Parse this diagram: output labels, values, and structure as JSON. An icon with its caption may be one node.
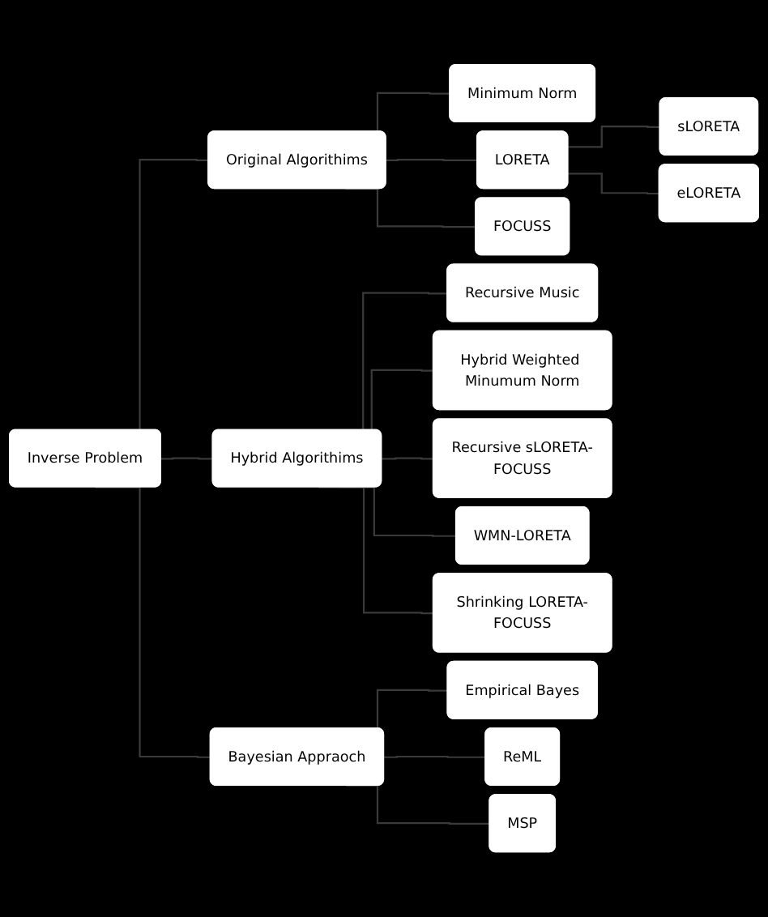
{
  "diagram": {
    "nodes": [
      {
        "text": [
          "Inverse Problem"
        ]
      },
      {
        "text": [
          "Original Algorithims"
        ]
      },
      {
        "text": [
          "Hybrid Algorithims"
        ]
      },
      {
        "text": [
          "Bayesian Appraoch"
        ]
      },
      {
        "text": [
          "Minimum Norm"
        ]
      },
      {
        "text": [
          "LORETA"
        ]
      },
      {
        "text": [
          "FOCUSS"
        ]
      },
      {
        "text": [
          "sLORETA"
        ]
      },
      {
        "text": [
          "eLORETA"
        ]
      },
      {
        "text": [
          "Recursive Music"
        ]
      },
      {
        "text": [
          "Hybrid Weighted Minumum Norm"
        ]
      },
      {
        "text": [
          "Recursive sLORETA-FOCUSS"
        ]
      },
      {
        "text": [
          "WMN-LORETA"
        ]
      },
      {
        "text": [
          "Shrinking LORETA-FOCUSS"
        ]
      },
      {
        "text": [
          "Empirical Bayes"
        ]
      },
      {
        "text": [
          "ReML"
        ]
      },
      {
        "text": [
          "MSP"
        ]
      }
    ],
    "edges": [
      {
        "from": 0,
        "to": 1,
        "arrow": "none"
      },
      {
        "from": 0,
        "to": 2,
        "arrow": "none"
      },
      {
        "from": 0,
        "to": 3,
        "arrow": "none"
      },
      {
        "from": 1,
        "to": 4,
        "arrow": "none"
      },
      {
        "from": 1,
        "to": 5,
        "arrow": "none"
      },
      {
        "from": 1,
        "to": 6,
        "arrow": "none"
      },
      {
        "from": 5,
        "to": 7,
        "arrow": "none"
      },
      {
        "from": 5,
        "to": 8,
        "arrow": "none"
      },
      {
        "from": 2,
        "to": 9,
        "arrow": "none"
      },
      {
        "from": 2,
        "to": 10,
        "arrow": "none"
      },
      {
        "from": 2,
        "to": 11,
        "arrow": "none"
      },
      {
        "from": 2,
        "to": 12,
        "arrow": "none"
      },
      {
        "from": 2,
        "to": 13,
        "arrow": "none"
      },
      {
        "from": 3,
        "to": 14,
        "arrow": "none"
      },
      {
        "from": 3,
        "to": 15,
        "arrow": "none"
      },
      {
        "from": 3,
        "to": 16,
        "arrow": "none"
      }
    ]
  }
}
